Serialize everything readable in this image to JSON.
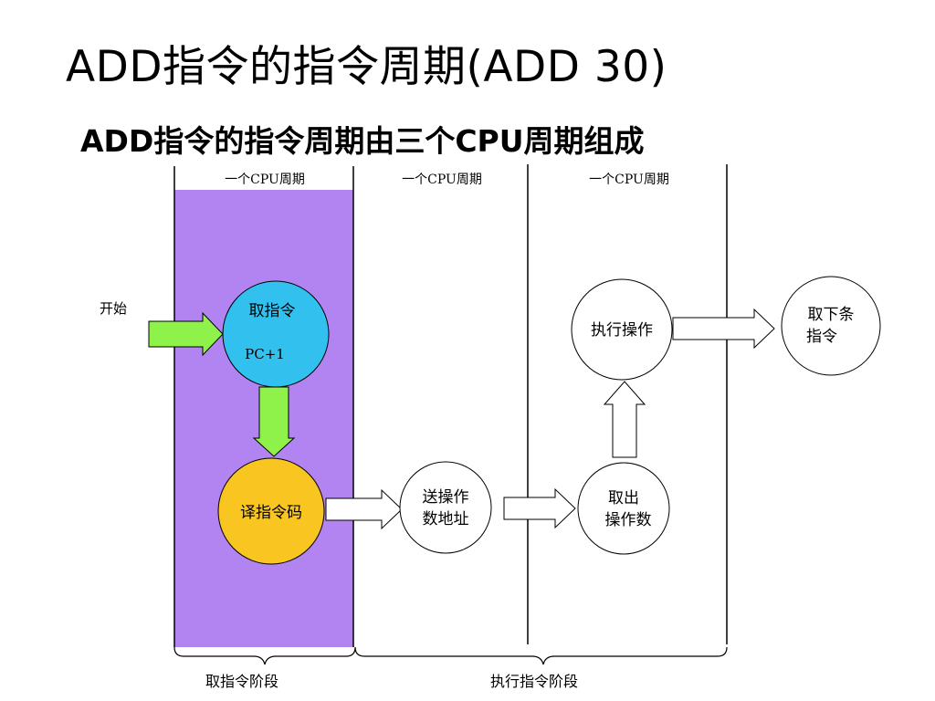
{
  "slide": {
    "title": "ADD指令的指令周期(ADD 30)",
    "subtitle": "ADD指令的指令周期由三个CPU周期组成"
  },
  "columns": {
    "col1": "一个CPU周期",
    "col2": "一个CPU周期",
    "col3": "一个CPU周期"
  },
  "start_label": "开始",
  "nodes": {
    "fetch_line1": "取指令",
    "fetch_line2": "PC+1",
    "decode": "译指令码",
    "send_line1": "送操作",
    "send_line2": "数地址",
    "take_line1": "取出",
    "take_line2": "操作数",
    "exec": "执行操作",
    "next_line1": "取下条",
    "next_line2": "指令"
  },
  "phases": {
    "fetch_phase": "取指令阶段",
    "exec_phase": "执行指令阶段"
  },
  "colors": {
    "fetch_band": "#b184f1",
    "fetch_circle": "#32c0ef",
    "decode_circle": "#f8c521",
    "green_arrow": "#8ef24a"
  }
}
